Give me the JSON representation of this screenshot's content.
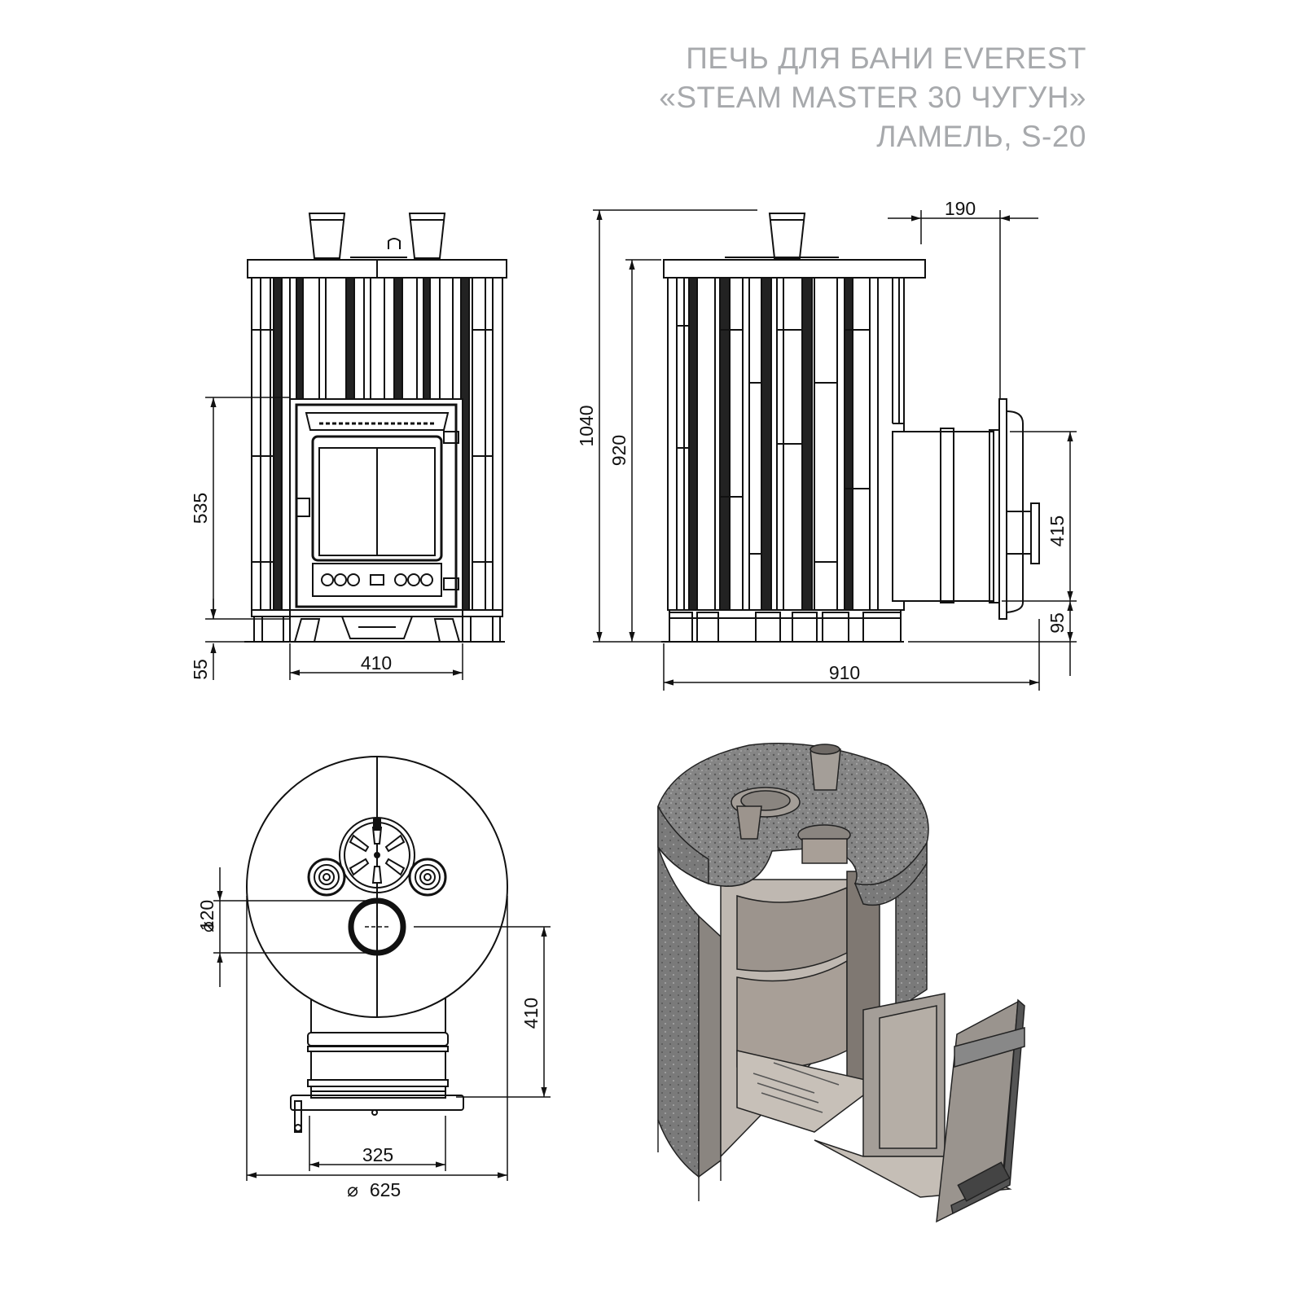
{
  "title": {
    "line1": "ПЕЧЬ ДЛЯ БАНИ EVEREST",
    "line2": "«STEAM MASTER 30 ЧУГУН»",
    "line3": "ЛАМЕЛЬ, S-20"
  },
  "dimensions": {
    "front_door_height": "535",
    "front_leg_height": "55",
    "front_door_width": "410",
    "side_total_height": "1040",
    "side_body_height": "920",
    "side_tunnel_length": "190",
    "side_tunnel_height": "415",
    "side_tunnel_base": "95",
    "side_total_depth": "910",
    "top_flue_diameter": "120",
    "top_tunnel_offset": "410",
    "top_tunnel_width": "325",
    "top_body_diameter": "625"
  },
  "colors": {
    "title_gray": "#a7a9ac",
    "line": "#111111",
    "granite": "#7d7d7d",
    "metal": "#a49e98",
    "metal_dark": "#6f6a66"
  }
}
